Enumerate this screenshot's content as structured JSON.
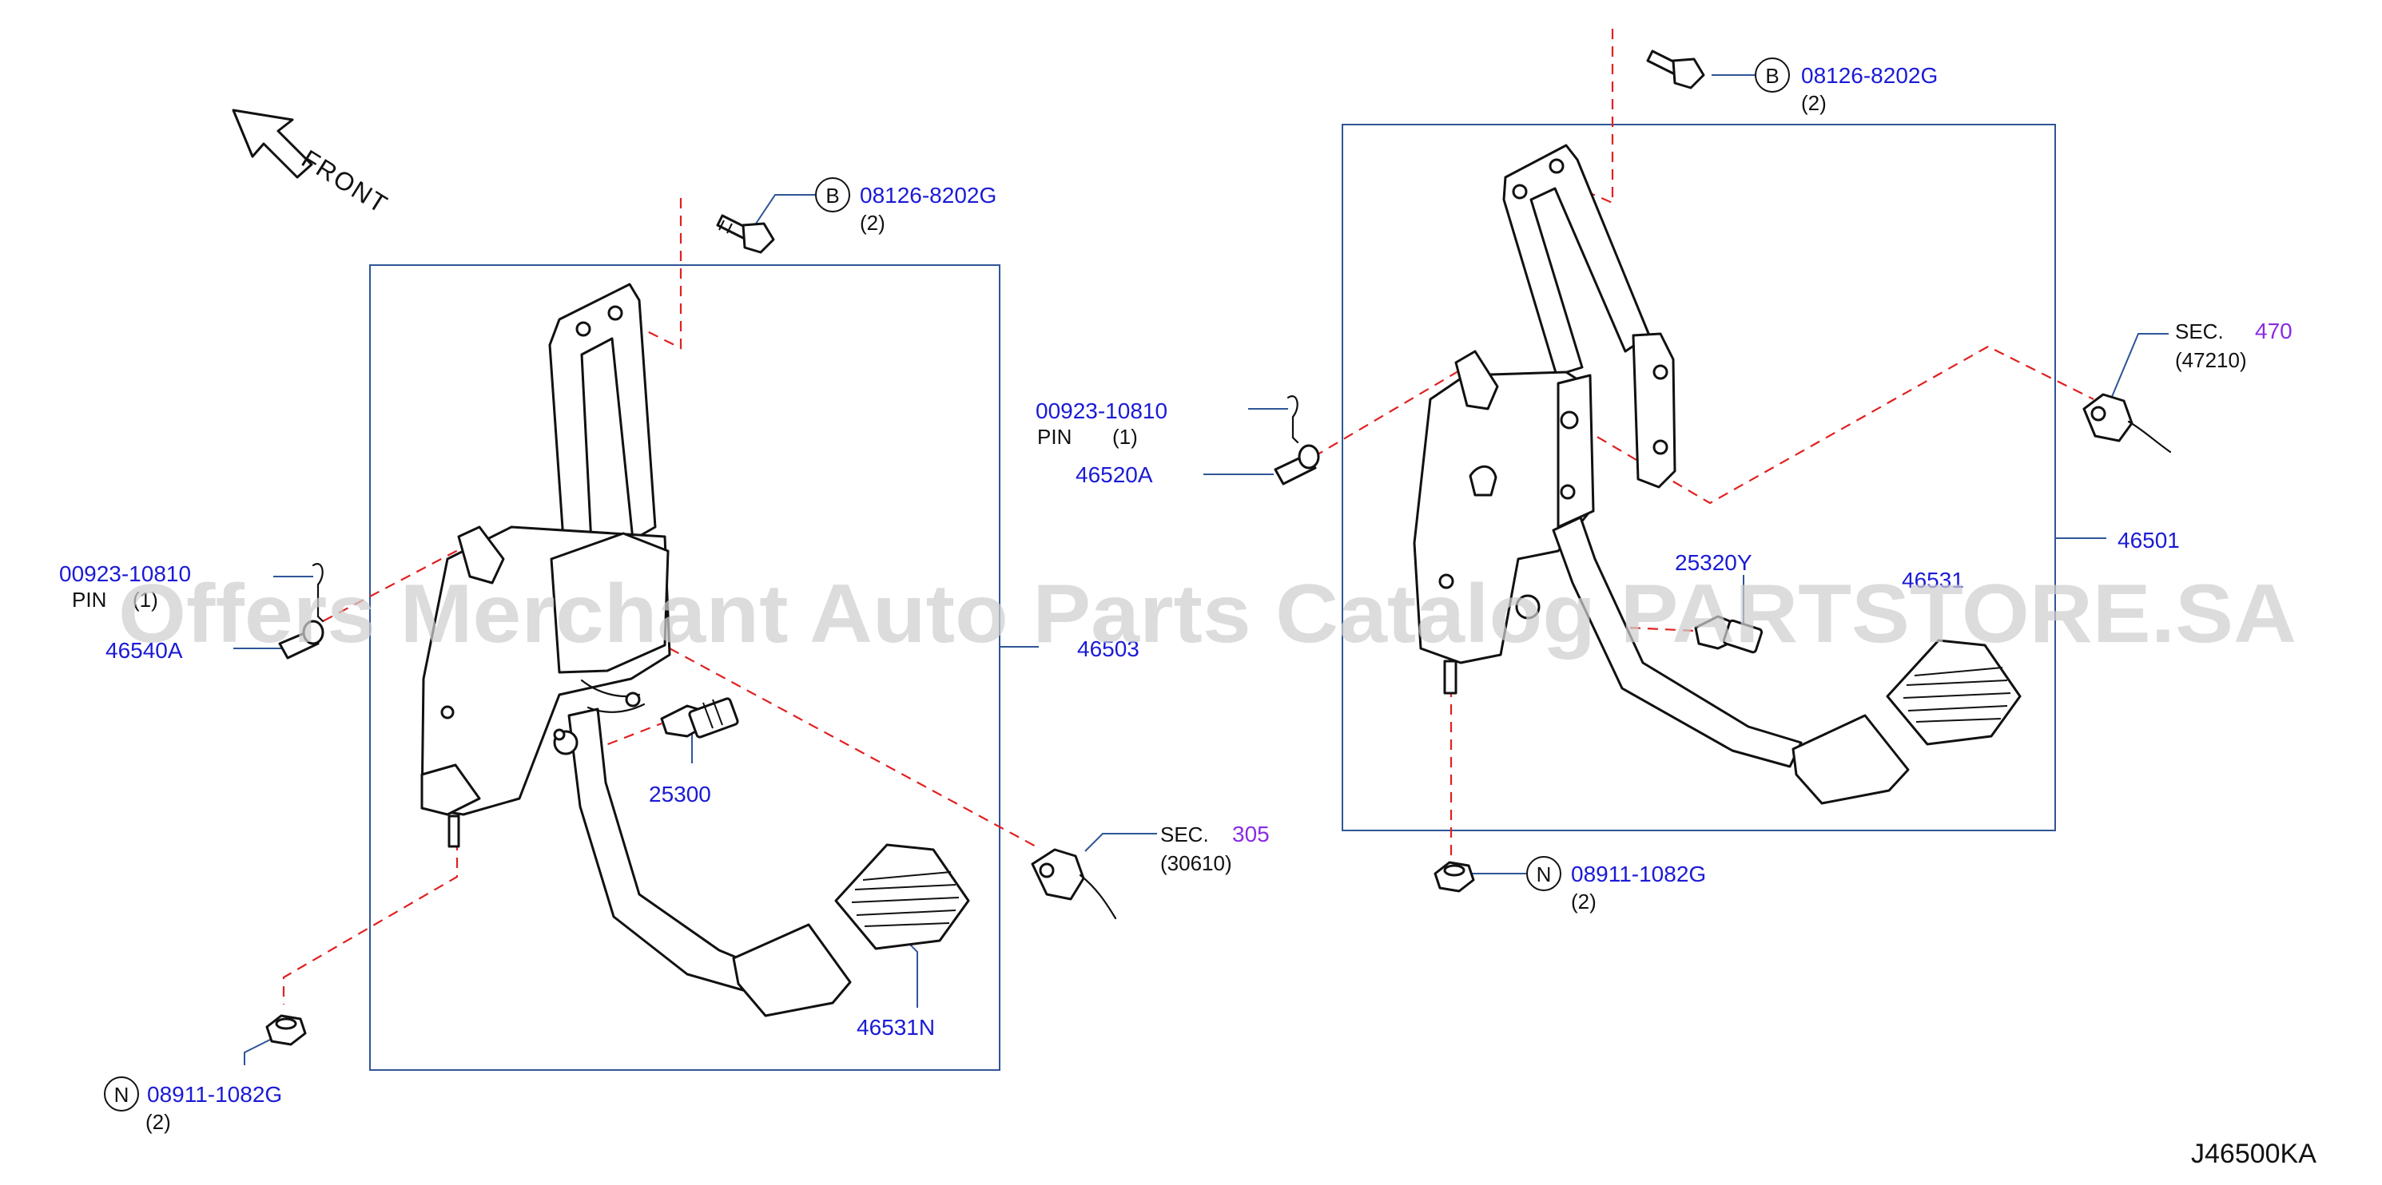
{
  "direction": {
    "label": "FRONT"
  },
  "diagram_code": "J46500KA",
  "watermark": "Offers Merchant Auto Parts Catalog PARTSTORE.SA",
  "left_assembly": {
    "assembly_part": "46503",
    "bolt": {
      "letter": "B",
      "part": "08126-8202G",
      "qty": "(2)"
    },
    "pin_clip": {
      "part": "00923-10810",
      "name": "PIN",
      "qty": "(1)"
    },
    "pin": {
      "part": "46540A"
    },
    "switch": {
      "part": "25300"
    },
    "nut": {
      "letter": "N",
      "part": "08911-1082G",
      "qty": "(2)"
    },
    "pad": {
      "part": "46531N"
    },
    "section_ref": {
      "label": "SEC.",
      "number": "305",
      "sub": "(30610)"
    }
  },
  "right_assembly": {
    "assembly_part": "46501",
    "bolt": {
      "letter": "B",
      "part": "08126-8202G",
      "qty": "(2)"
    },
    "pin_clip": {
      "part": "00923-10810",
      "name": "PIN",
      "qty": "(1)"
    },
    "pin": {
      "part": "46520A"
    },
    "switch": {
      "part": "25320Y"
    },
    "nut": {
      "letter": "N",
      "part": "08911-1082G",
      "qty": "(2)"
    },
    "pad": {
      "part": "46531"
    },
    "section_ref": {
      "label": "SEC.",
      "number": "470",
      "sub": "(47210)"
    }
  },
  "colors": {
    "part_number": "#1a1ad6",
    "section_number": "#8a2be2",
    "leader_line": "#2f5597",
    "dashed_line": "#e02020",
    "watermark": "#cfcfcf"
  }
}
